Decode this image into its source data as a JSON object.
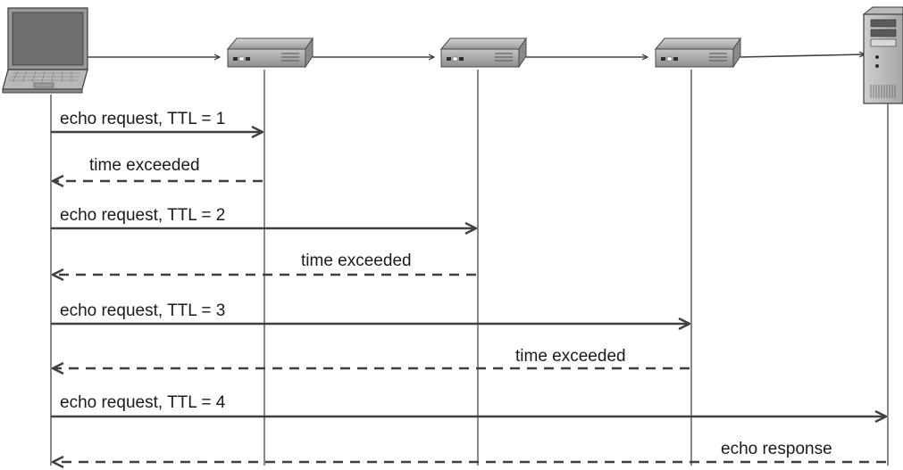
{
  "nodes": [
    {
      "id": "laptop",
      "icon": "laptop-icon"
    },
    {
      "id": "router-1",
      "icon": "router-icon"
    },
    {
      "id": "router-2",
      "icon": "router-icon"
    },
    {
      "id": "router-3",
      "icon": "router-icon"
    },
    {
      "id": "server",
      "icon": "server-icon"
    }
  ],
  "messages": [
    {
      "label": "echo request, TTL = 1",
      "from": "laptop",
      "to": "router-1",
      "style": "solid"
    },
    {
      "label": "time exceeded",
      "from": "router-1",
      "to": "laptop",
      "style": "dashed"
    },
    {
      "label": "echo request, TTL = 2",
      "from": "laptop",
      "to": "router-2",
      "style": "solid"
    },
    {
      "label": "time exceeded",
      "from": "router-2",
      "to": "laptop",
      "style": "dashed"
    },
    {
      "label": "echo request, TTL = 3",
      "from": "laptop",
      "to": "router-3",
      "style": "solid"
    },
    {
      "label": "time exceeded",
      "from": "router-3",
      "to": "laptop",
      "style": "dashed"
    },
    {
      "label": "echo request, TTL = 4",
      "from": "laptop",
      "to": "server",
      "style": "solid"
    },
    {
      "label": "echo response",
      "from": "server",
      "to": "laptop",
      "style": "dashed"
    }
  ]
}
